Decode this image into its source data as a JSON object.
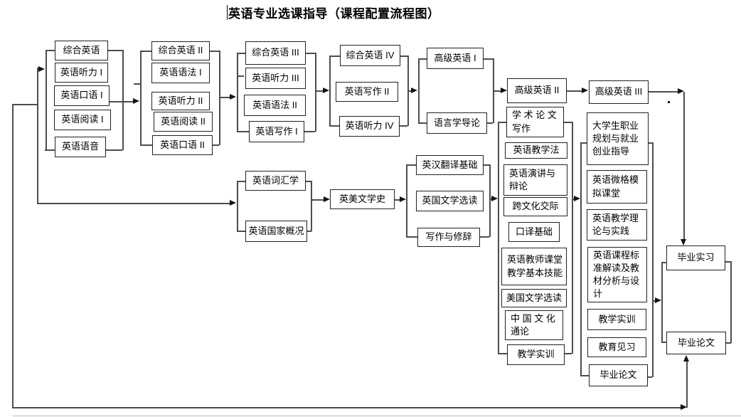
{
  "title": "英语专业选课指导（课程配置流程图）",
  "semesters": {
    "s1": [
      "综合英语",
      "英语听力 I",
      "英语口语 I",
      "英语阅读 I",
      "英语语音"
    ],
    "s2": [
      "综合英语 II",
      "英语语法 I",
      "英语听力 II",
      "英语阅读 II",
      "英语口语 II"
    ],
    "s3": [
      "综合英语 III",
      "英语听力 III",
      "英语语法 II",
      "英语写作 I"
    ],
    "s4": [
      "综合英语 IV",
      "英语写作 II",
      "英语听力 IV"
    ],
    "s5": [
      "高级英语 I",
      "语言学导论"
    ],
    "adv": [
      "高级英语 II",
      "高级英语 III"
    ],
    "found": [
      "英语词汇学",
      "英语国家概况"
    ],
    "lit": "英美文学史",
    "trans": [
      "英汉翻译基础",
      "英国文学选读",
      "写作与修辞"
    ],
    "ea": [
      "学 术 论 文\n写作",
      "英语教学法",
      "英语演讲与\n辩论",
      "跨文化交际",
      "口译基础",
      "英语教师课堂\n教学基本技能",
      "美国文学选读",
      "中 国 文 化\n通论",
      "教学实训"
    ],
    "eb": [
      "大学生职业\n规划与就业\n创业指导",
      "英语微格模\n拟课堂",
      "英语教学理\n论与实践",
      "英语课程标\n准解读及教\n材分析与设\n计",
      "教学实训",
      "教育见习",
      "毕业论文"
    ],
    "fin": [
      "毕业实习",
      "毕业论文"
    ]
  }
}
